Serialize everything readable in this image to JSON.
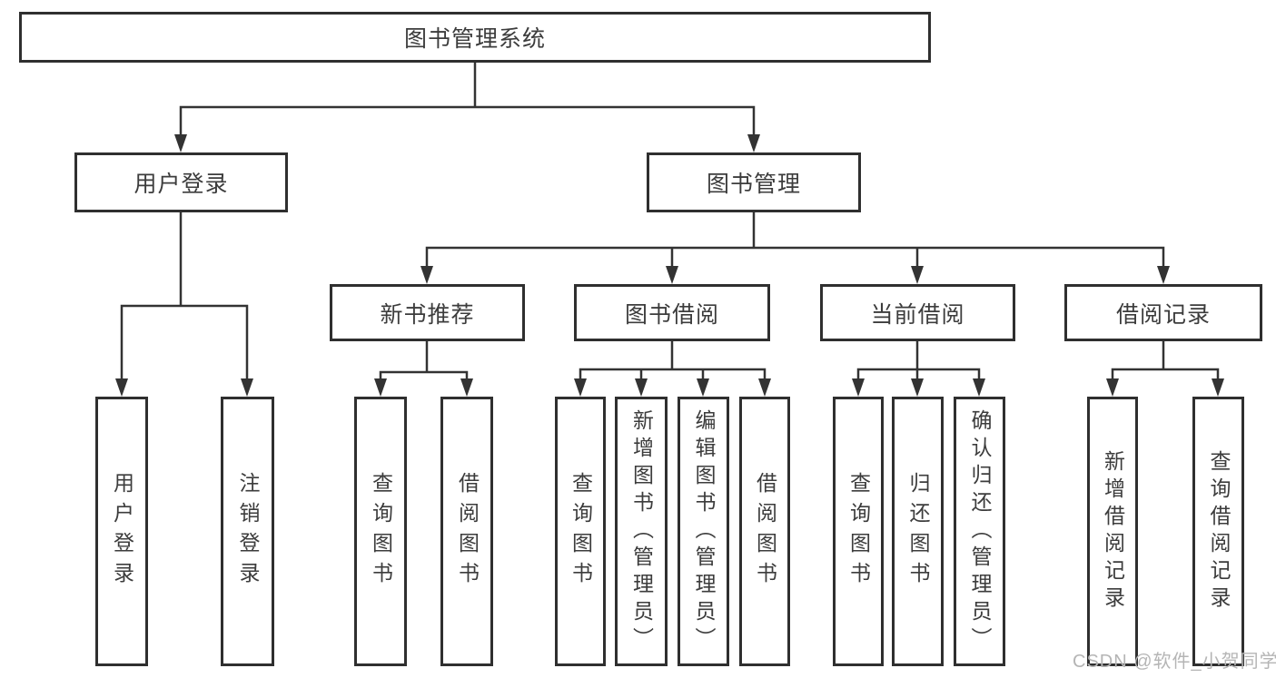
{
  "tree": {
    "root": {
      "label": "图书管理系统"
    },
    "user_login": {
      "label": "用户登录",
      "children": [
        {
          "label": "用户登录"
        },
        {
          "label": "注销登录"
        }
      ]
    },
    "book_mgmt": {
      "label": "图书管理",
      "children": [
        {
          "label": "新书推荐",
          "children": [
            {
              "label": "查询图书"
            },
            {
              "label": "借阅图书"
            }
          ]
        },
        {
          "label": "图书借阅",
          "children": [
            {
              "label": "查询图书"
            },
            {
              "label": "新增图书（管理员）"
            },
            {
              "label": "编辑图书（管理员）"
            },
            {
              "label": "借阅图书"
            }
          ]
        },
        {
          "label": "当前借阅",
          "children": [
            {
              "label": "查询图书"
            },
            {
              "label": "归还图书"
            },
            {
              "label": "确认归还（管理员）"
            }
          ]
        },
        {
          "label": "借阅记录",
          "children": [
            {
              "label": "新增借阅记录"
            },
            {
              "label": "查询借阅记录"
            }
          ]
        }
      ]
    }
  },
  "watermark": "CSDN @软件_小贺同学",
  "colors": {
    "line": "#333333",
    "box_border": "#2f2f2f",
    "text": "#3c3c3c",
    "watermark": "#b5b5b5",
    "background": "#ffffff"
  }
}
